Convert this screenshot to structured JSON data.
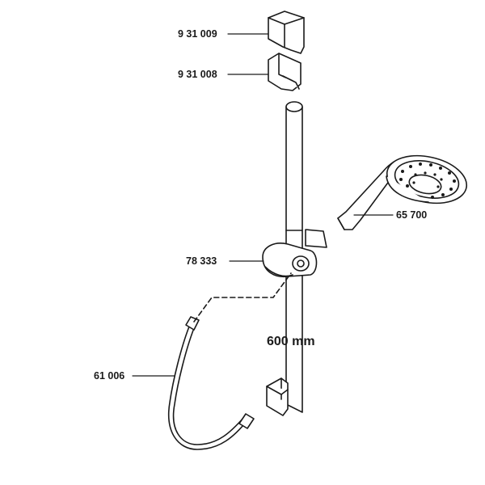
{
  "diagram": {
    "parts": [
      {
        "id": "cover",
        "number": "9 31 009"
      },
      {
        "id": "wall-bracket",
        "number": "9 31 008"
      },
      {
        "id": "hand-shower",
        "number": "65 700"
      },
      {
        "id": "slider",
        "number": "78 333"
      },
      {
        "id": "hose",
        "number": "61 006"
      }
    ],
    "dimension": {
      "rail_length": "600 mm"
    },
    "colors": {
      "line": "#1a1a1a",
      "fill": "#ffffff"
    }
  }
}
